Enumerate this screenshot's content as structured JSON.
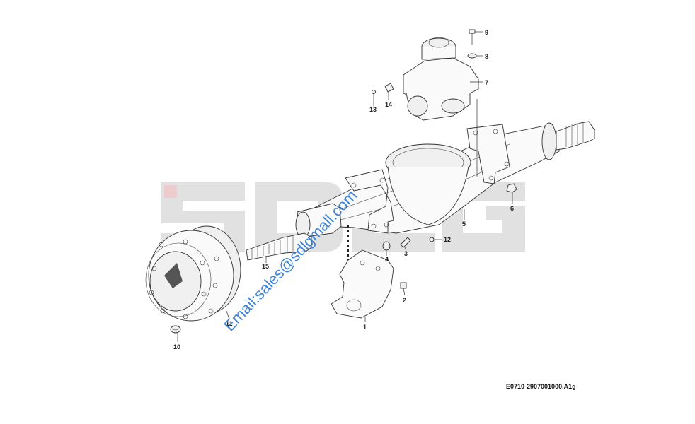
{
  "watermark": {
    "text": "SDLG",
    "color": "#d8d8d8",
    "accent": "#e8b4b4"
  },
  "email_watermark": {
    "text": "Email:sales@sdlgmall.com",
    "color": "#1f6fd0"
  },
  "reference": "E0710-2907001000.A1g",
  "callouts": {
    "c1": "1",
    "c2": "2",
    "c3": "3",
    "c4": "4",
    "c5": "5",
    "c6": "6",
    "c7": "7",
    "c8": "8",
    "c9": "9",
    "c10": "10",
    "c11": "11",
    "c12": "12",
    "c13": "13",
    "c14": "14",
    "c15": "15"
  }
}
